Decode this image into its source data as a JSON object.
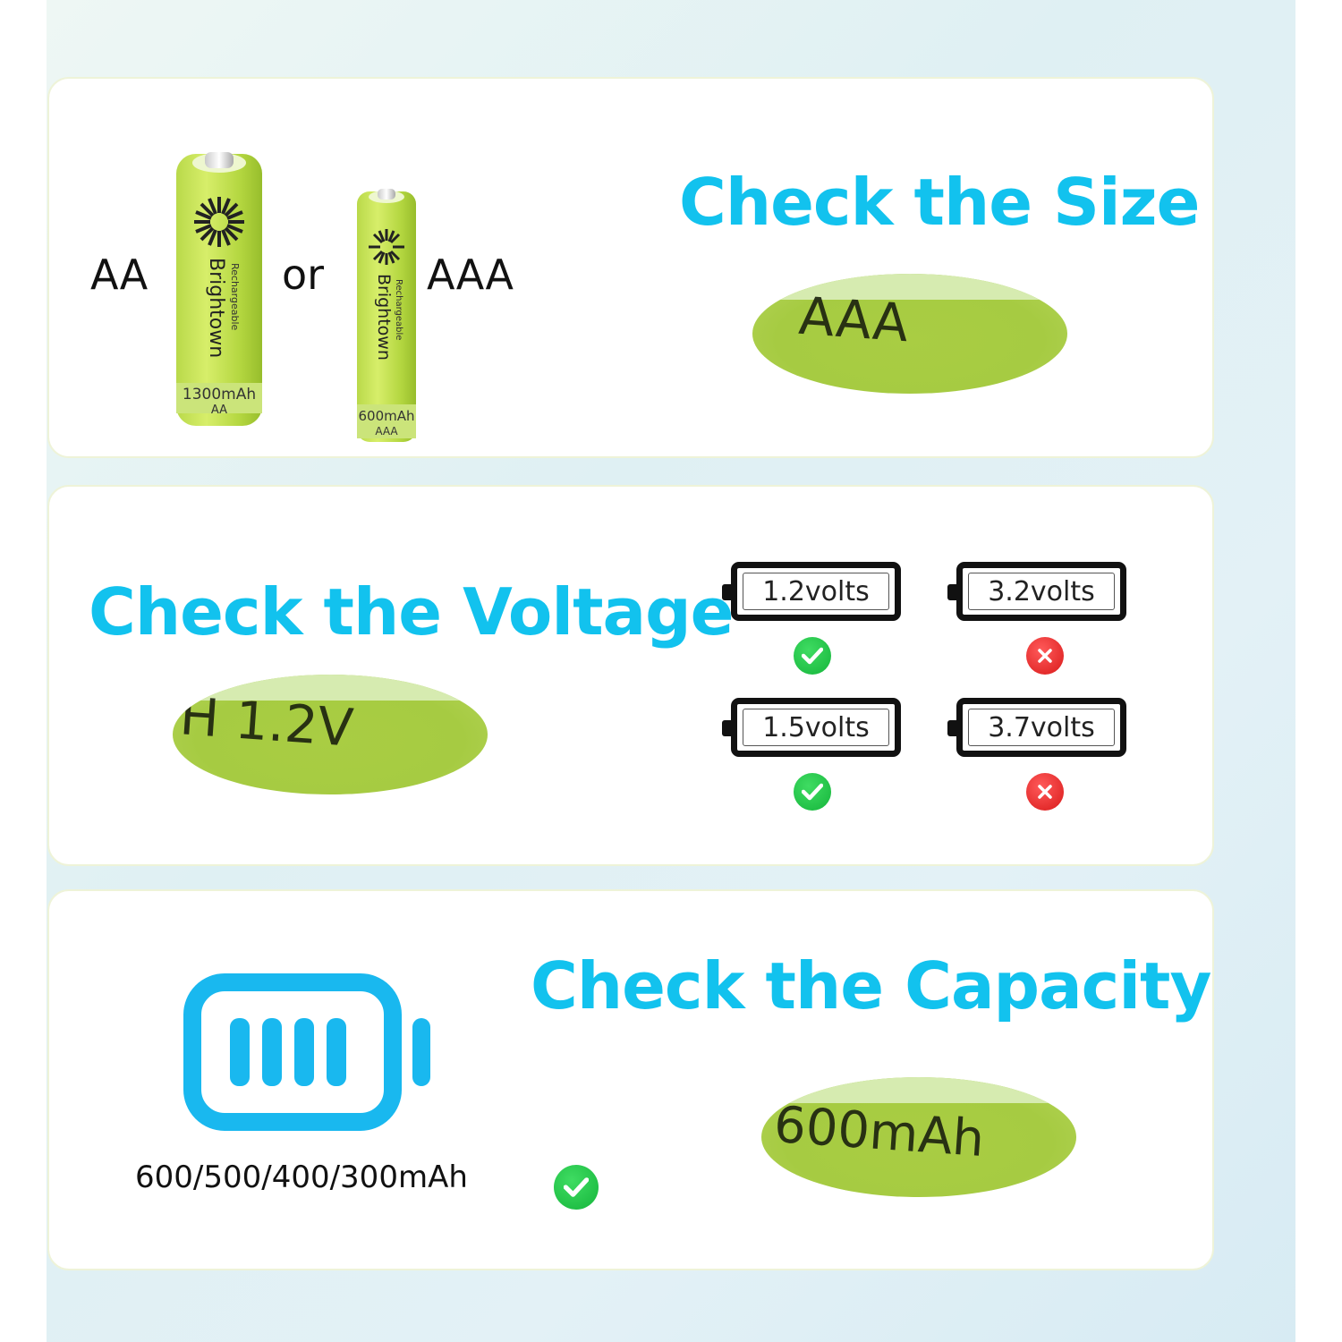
{
  "size_section": {
    "headline": "Check the Size",
    "label_aa": "AA",
    "label_or": "or",
    "label_aaa": "AAA",
    "zoom_text": "AAA",
    "aa_battery": {
      "brand": "Brightown",
      "sub": "Rechargeable",
      "capacity": "1300mAh",
      "size": "AA"
    },
    "aaa_battery": {
      "brand": "Brightown",
      "sub": "Rechargeable",
      "capacity": "600mAh",
      "size": "AAA"
    }
  },
  "voltage_section": {
    "headline": "Check the Voltage",
    "zoom_text": "H 1.2V",
    "options": [
      {
        "label": "1.2volts",
        "status": "ok"
      },
      {
        "label": "3.2volts",
        "status": "no"
      },
      {
        "label": "1.5volts",
        "status": "ok"
      },
      {
        "label": "3.7volts",
        "status": "no"
      }
    ]
  },
  "capacity_section": {
    "headline": "Check the Capacity",
    "capacities": "600/500/400/300mAh",
    "zoom_text": "600mAh",
    "status": "ok",
    "icon": "battery-full-icon"
  },
  "colors": {
    "accent_blue": "#12c2ee",
    "battery_green": "#a6cb42",
    "ok_green": "#1fc144",
    "error_red": "#e02424"
  }
}
